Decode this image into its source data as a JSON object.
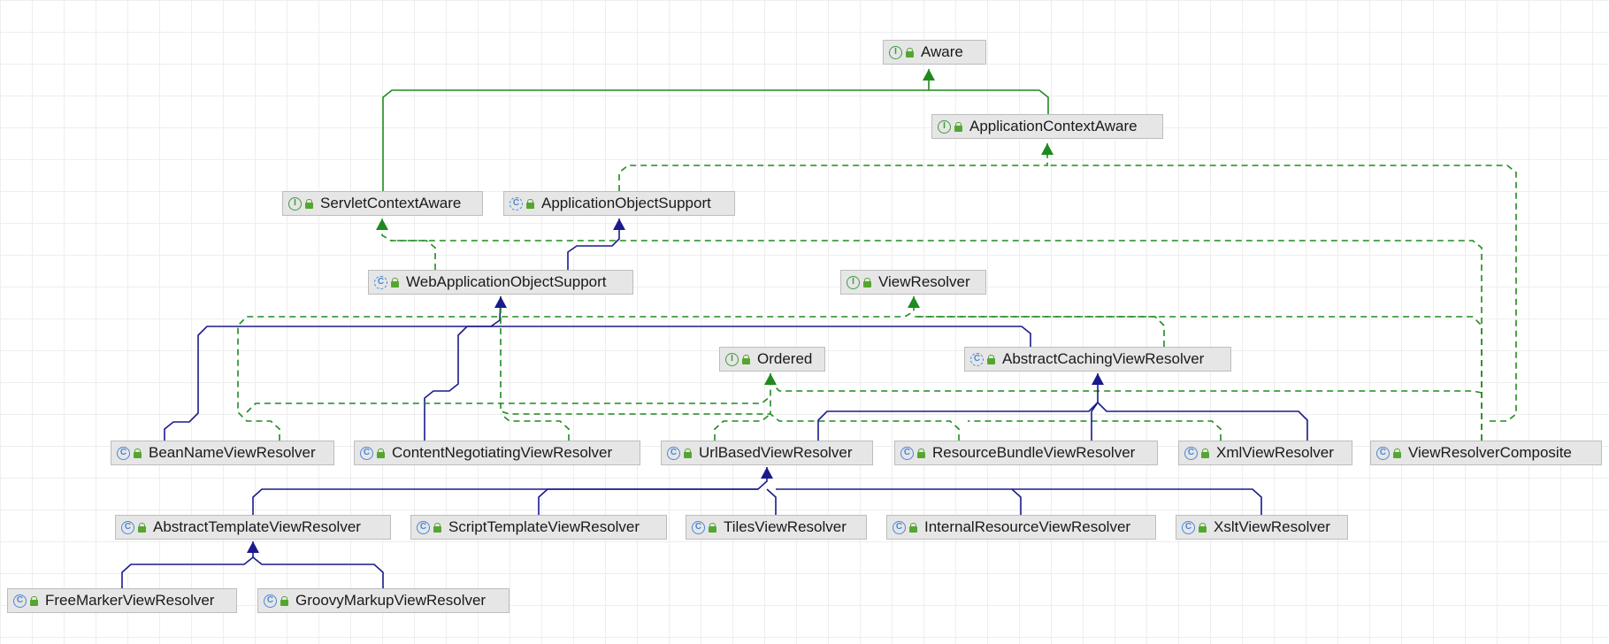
{
  "colors": {
    "implements": "#1f8a1f",
    "extends": "#1a1a8c",
    "interface_icon": "#3f9a3f",
    "class_icon": "#4a86d4",
    "node_bg": "#e6e6e6"
  },
  "nodes": [
    {
      "id": "aware",
      "label": "Aware",
      "kind": "interface",
      "icon_text": "I"
    },
    {
      "id": "app-ctx-aware",
      "label": "ApplicationContextAware",
      "kind": "interface",
      "icon_text": "I"
    },
    {
      "id": "servlet-ctx-aware",
      "label": "ServletContextAware",
      "kind": "interface",
      "icon_text": "I"
    },
    {
      "id": "app-obj-support",
      "label": "ApplicationObjectSupport",
      "kind": "abstract",
      "icon_text": "C"
    },
    {
      "id": "web-app-obj-support",
      "label": "WebApplicationObjectSupport",
      "kind": "abstract",
      "icon_text": "C"
    },
    {
      "id": "view-resolver",
      "label": "ViewResolver",
      "kind": "interface",
      "icon_text": "I"
    },
    {
      "id": "ordered",
      "label": "Ordered",
      "kind": "interface",
      "icon_text": "I"
    },
    {
      "id": "abstract-caching",
      "label": "AbstractCachingViewResolver",
      "kind": "abstract",
      "icon_text": "C"
    },
    {
      "id": "bean-name",
      "label": "BeanNameViewResolver",
      "kind": "class",
      "icon_text": "C"
    },
    {
      "id": "content-neg",
      "label": "ContentNegotiatingViewResolver",
      "kind": "class",
      "icon_text": "C"
    },
    {
      "id": "url-based",
      "label": "UrlBasedViewResolver",
      "kind": "class",
      "icon_text": "C"
    },
    {
      "id": "resource-bundle",
      "label": "ResourceBundleViewResolver",
      "kind": "class",
      "icon_text": "C"
    },
    {
      "id": "xml-view",
      "label": "XmlViewResolver",
      "kind": "class",
      "icon_text": "C"
    },
    {
      "id": "composite",
      "label": "ViewResolverComposite",
      "kind": "class",
      "icon_text": "C"
    },
    {
      "id": "abstract-template",
      "label": "AbstractTemplateViewResolver",
      "kind": "class",
      "icon_text": "C"
    },
    {
      "id": "script-template",
      "label": "ScriptTemplateViewResolver",
      "kind": "class",
      "icon_text": "C"
    },
    {
      "id": "tiles",
      "label": "TilesViewResolver",
      "kind": "class",
      "icon_text": "C"
    },
    {
      "id": "internal-resource",
      "label": "InternalResourceViewResolver",
      "kind": "class",
      "icon_text": "C"
    },
    {
      "id": "xslt",
      "label": "XsltViewResolver",
      "kind": "class",
      "icon_text": "C"
    },
    {
      "id": "freemarker",
      "label": "FreeMarkerViewResolver",
      "kind": "class",
      "icon_text": "C"
    },
    {
      "id": "groovy",
      "label": "GroovyMarkupViewResolver",
      "kind": "class",
      "icon_text": "C"
    }
  ],
  "edges": [
    {
      "from": "servlet-ctx-aware",
      "to": "aware",
      "type": "extends-interface"
    },
    {
      "from": "app-ctx-aware",
      "to": "aware",
      "type": "extends-interface"
    },
    {
      "from": "app-obj-support",
      "to": "app-ctx-aware",
      "type": "implements"
    },
    {
      "from": "composite",
      "to": "app-ctx-aware",
      "type": "implements"
    },
    {
      "from": "web-app-obj-support",
      "to": "servlet-ctx-aware",
      "type": "implements"
    },
    {
      "from": "composite",
      "to": "servlet-ctx-aware",
      "type": "implements"
    },
    {
      "from": "web-app-obj-support",
      "to": "app-obj-support",
      "type": "extends"
    },
    {
      "from": "bean-name",
      "to": "web-app-obj-support",
      "type": "extends"
    },
    {
      "from": "content-neg",
      "to": "web-app-obj-support",
      "type": "extends"
    },
    {
      "from": "abstract-caching",
      "to": "web-app-obj-support",
      "type": "extends"
    },
    {
      "from": "bean-name",
      "to": "view-resolver",
      "type": "implements"
    },
    {
      "from": "abstract-caching",
      "to": "view-resolver",
      "type": "implements"
    },
    {
      "from": "composite",
      "to": "view-resolver",
      "type": "implements"
    },
    {
      "from": "content-neg",
      "to": "view-resolver",
      "type": "implements"
    },
    {
      "from": "bean-name",
      "to": "ordered",
      "type": "implements"
    },
    {
      "from": "content-neg",
      "to": "ordered",
      "type": "implements"
    },
    {
      "from": "url-based",
      "to": "ordered",
      "type": "implements"
    },
    {
      "from": "resource-bundle",
      "to": "ordered",
      "type": "implements"
    },
    {
      "from": "xml-view",
      "to": "ordered",
      "type": "implements"
    },
    {
      "from": "composite",
      "to": "ordered",
      "type": "implements"
    },
    {
      "from": "url-based",
      "to": "abstract-caching",
      "type": "extends"
    },
    {
      "from": "resource-bundle",
      "to": "abstract-caching",
      "type": "extends"
    },
    {
      "from": "xml-view",
      "to": "abstract-caching",
      "type": "extends"
    },
    {
      "from": "abstract-template",
      "to": "url-based",
      "type": "extends"
    },
    {
      "from": "script-template",
      "to": "url-based",
      "type": "extends"
    },
    {
      "from": "tiles",
      "to": "url-based",
      "type": "extends"
    },
    {
      "from": "internal-resource",
      "to": "url-based",
      "type": "extends"
    },
    {
      "from": "xslt",
      "to": "url-based",
      "type": "extends"
    },
    {
      "from": "freemarker",
      "to": "abstract-template",
      "type": "extends"
    },
    {
      "from": "groovy",
      "to": "abstract-template",
      "type": "extends"
    }
  ]
}
